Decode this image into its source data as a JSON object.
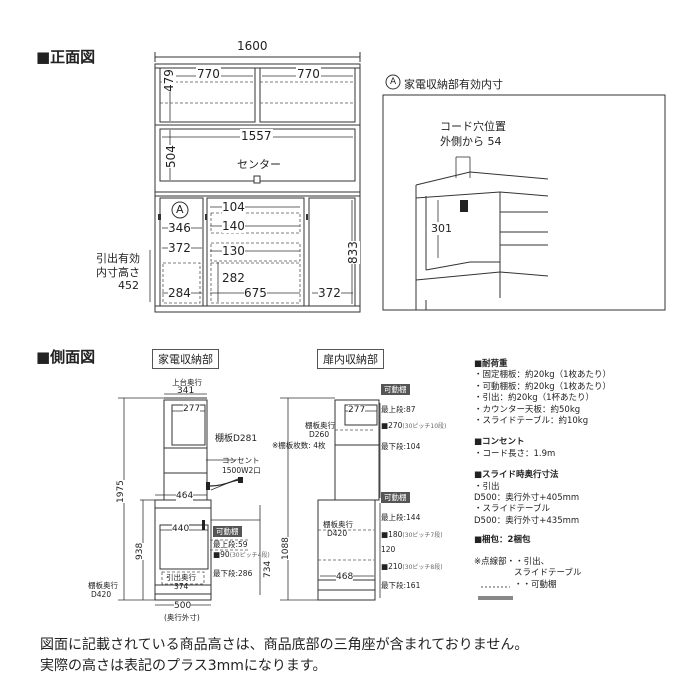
{
  "front": {
    "title": "■正面図",
    "total_width": "1600",
    "upper_left_w": "770",
    "upper_right_w": "770",
    "upper_h": "479",
    "mid_w": "1557",
    "mid_h": "504",
    "center_label": "センター",
    "mark_a": "A",
    "gap_top": "104",
    "gap_140": "140",
    "left_346": "346",
    "left_372": "372",
    "gap_130": "130",
    "inner_282": "282",
    "bot_284": "284",
    "bot_675": "675",
    "bot_372": "372",
    "right_833": "833",
    "drawer_label_1": "引出有効",
    "drawer_label_2": "内寸高さ",
    "drawer_label_3": "452"
  },
  "detail": {
    "mark": "A",
    "title": "家電収納部有効内寸",
    "cord_1": "コード穴位置",
    "cord_2": "外側から 54",
    "height": "301"
  },
  "side": {
    "title": "■側面図",
    "appliance_box": "家電収納部",
    "cabinet_box": "扉内収納部",
    "top_depth_label": "上台奥行",
    "top_depth": "341",
    "d277": "277",
    "shelf_d281": "棚板D281",
    "outlet_1": "コンセント",
    "outlet_2": "1500W2口",
    "total_h": "1975",
    "d464": "464",
    "d440": "440",
    "h938": "938",
    "h734": "734",
    "h1088": "1088",
    "movable": "可動棚",
    "top59": "最上段:59",
    "pitch90": "■90",
    "pitch90_note": "(30ピッチ4段)",
    "bottom286": "最下段:286",
    "drawer_depth_1": "引出奥行",
    "drawer_depth_2": "374",
    "shelf_d420": "棚板奥行",
    "shelf_d420_v": "D420",
    "d500": "500",
    "d500_note": "(奥行外寸)",
    "c_movable": "可動棚",
    "c_top87": "最上段:87",
    "c_270": "■270",
    "c_270_note": "(30ピッチ10段)",
    "c_shelf_depth": "棚板奥行",
    "c_d260": "D260",
    "c_shelf_count": "※棚板枚数: 4枚",
    "c_bottom104": "最下段:104",
    "c_d277": "277",
    "c2_movable": "可動棚",
    "c2_top144": "最上段:144",
    "c2_180": "■180",
    "c2_180_note": "(30ピッチ7段)",
    "c2_shelf_depth": "棚板奥行",
    "c2_d420": "D420",
    "c2_120": "120",
    "c2_210": "■210",
    "c2_210_note": "(30ピッチ8段)",
    "c2_d468": "468",
    "c2_bottom161": "最下段:161"
  },
  "specs": {
    "load_title": "■耐荷重",
    "load_1": "・固定棚板：約20kg（1枚あたり）",
    "load_2": "・可動棚板：約20kg（1枚あたり）",
    "load_3": "・引出：約20kg（1杯あたり）",
    "load_4": "・カウンター天板：約50kg",
    "load_5": "・スライドテーブル：約10kg",
    "outlet_title": "■コンセント",
    "outlet_1": "・コード長さ：1.9m",
    "slide_title": "■スライド時奥行寸法",
    "slide_1": "・引出",
    "slide_2": "D500：奥行外寸+405mm",
    "slide_3": "・スライドテーブル",
    "slide_4": "D500：奥行外寸+435mm",
    "pack_title": "■梱包：2梱包",
    "legend_1": "※点線部・・引出、",
    "legend_2": "スライドテーブル",
    "legend_3": "・・可動棚"
  },
  "note": {
    "line_1": "図面に記載されている商品高さは、商品底部の三角座が含まれておりません。",
    "line_2": "実際の高さは表記のプラス3mmになります。"
  }
}
